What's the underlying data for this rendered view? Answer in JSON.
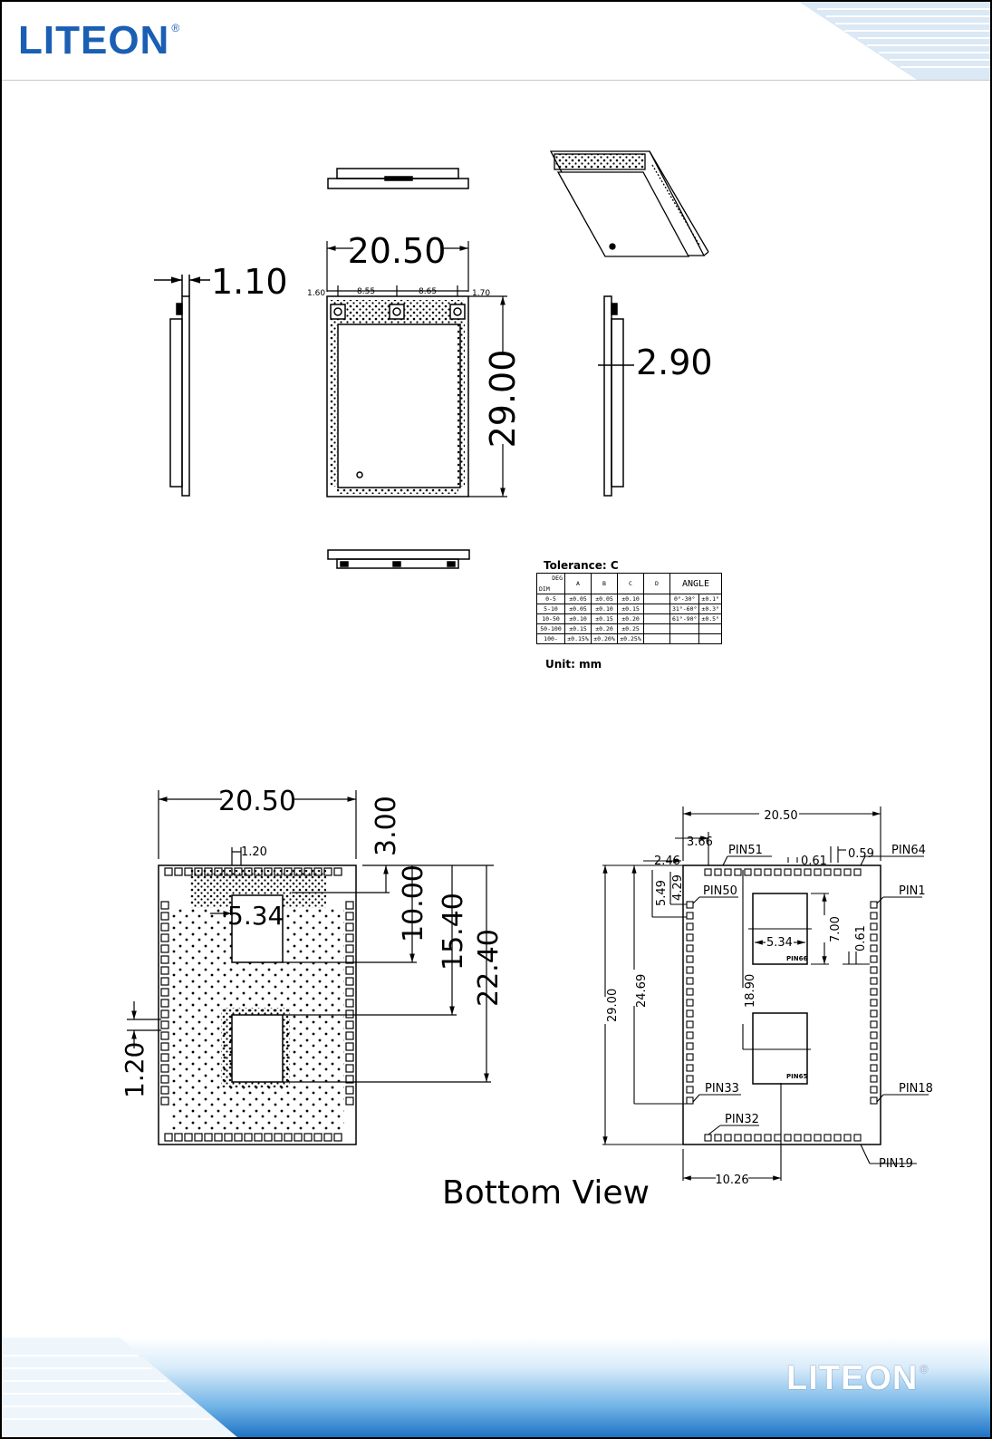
{
  "brand": {
    "name": "LITEON",
    "mark": "®"
  },
  "top_dims": {
    "width": "20.50",
    "sub_left": "1.60",
    "sub_a": "8.55",
    "sub_b": "8.65",
    "sub_right": "1.70",
    "thickness_left": "1.10",
    "height": "29.00",
    "thickness_right": "2.90"
  },
  "tolerance": {
    "title": "Tolerance: C",
    "corner_top": "DEG",
    "corner_bottom": "DIM",
    "headers": [
      "A",
      "B",
      "C",
      "D"
    ],
    "angle_header": "ANGLE",
    "rows": [
      [
        "0-5",
        "±0.05",
        "±0.05",
        "±0.10",
        "",
        "0°-30°",
        "±0.1°"
      ],
      [
        "5-10",
        "±0.05",
        "±0.10",
        "±0.15",
        "",
        "31°-60°",
        "±0.3°"
      ],
      [
        "10-50",
        "±0.10",
        "±0.15",
        "±0.20",
        "",
        "61°-90°",
        "±0.5°"
      ],
      [
        "50-100",
        "±0.15",
        "±0.20",
        "±0.25",
        "",
        "",
        ""
      ],
      [
        "100-",
        "±0.15%",
        "±0.20%",
        "±0.25%",
        "",
        "",
        ""
      ]
    ],
    "unit": "Unit: mm"
  },
  "bottom_left_dims": {
    "width": "20.50",
    "pad_w": "1.20",
    "d3": "3.00",
    "d10": "10.00",
    "d15": "15.40",
    "d22": "22.40",
    "win": "5.34",
    "pitch": "1.20"
  },
  "bottom_right_dims": {
    "width": "20.50",
    "d366": "3.66",
    "d061": "0.61",
    "d059": "0.59",
    "d246": "2.46",
    "d549": "5.49",
    "d429": "4.29",
    "d534": "5.34",
    "d700": "7.00",
    "d061b": "0.61",
    "d1890": "18.90",
    "d2469": "24.69",
    "d2900": "29.00",
    "d1026": "10.26",
    "pins": {
      "p51": "PIN51",
      "p64": "PIN64",
      "p50": "PIN50",
      "p1": "PIN1",
      "p66": "PIN66",
      "p65": "PIN65",
      "p33": "PIN33",
      "p18": "PIN18",
      "p32": "PIN32",
      "p19": "PIN19"
    }
  },
  "caption": "Bottom View"
}
